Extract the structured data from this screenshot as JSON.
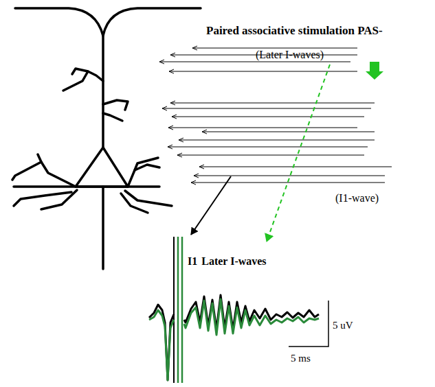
{
  "diagram": {
    "labels": [
      "Paired associative stimulation PAS-",
      "(Later I-waves)",
      "(I1-wave)",
      "I1",
      "Later I-waves",
      "5 uV",
      "5 ms"
    ]
  }
}
